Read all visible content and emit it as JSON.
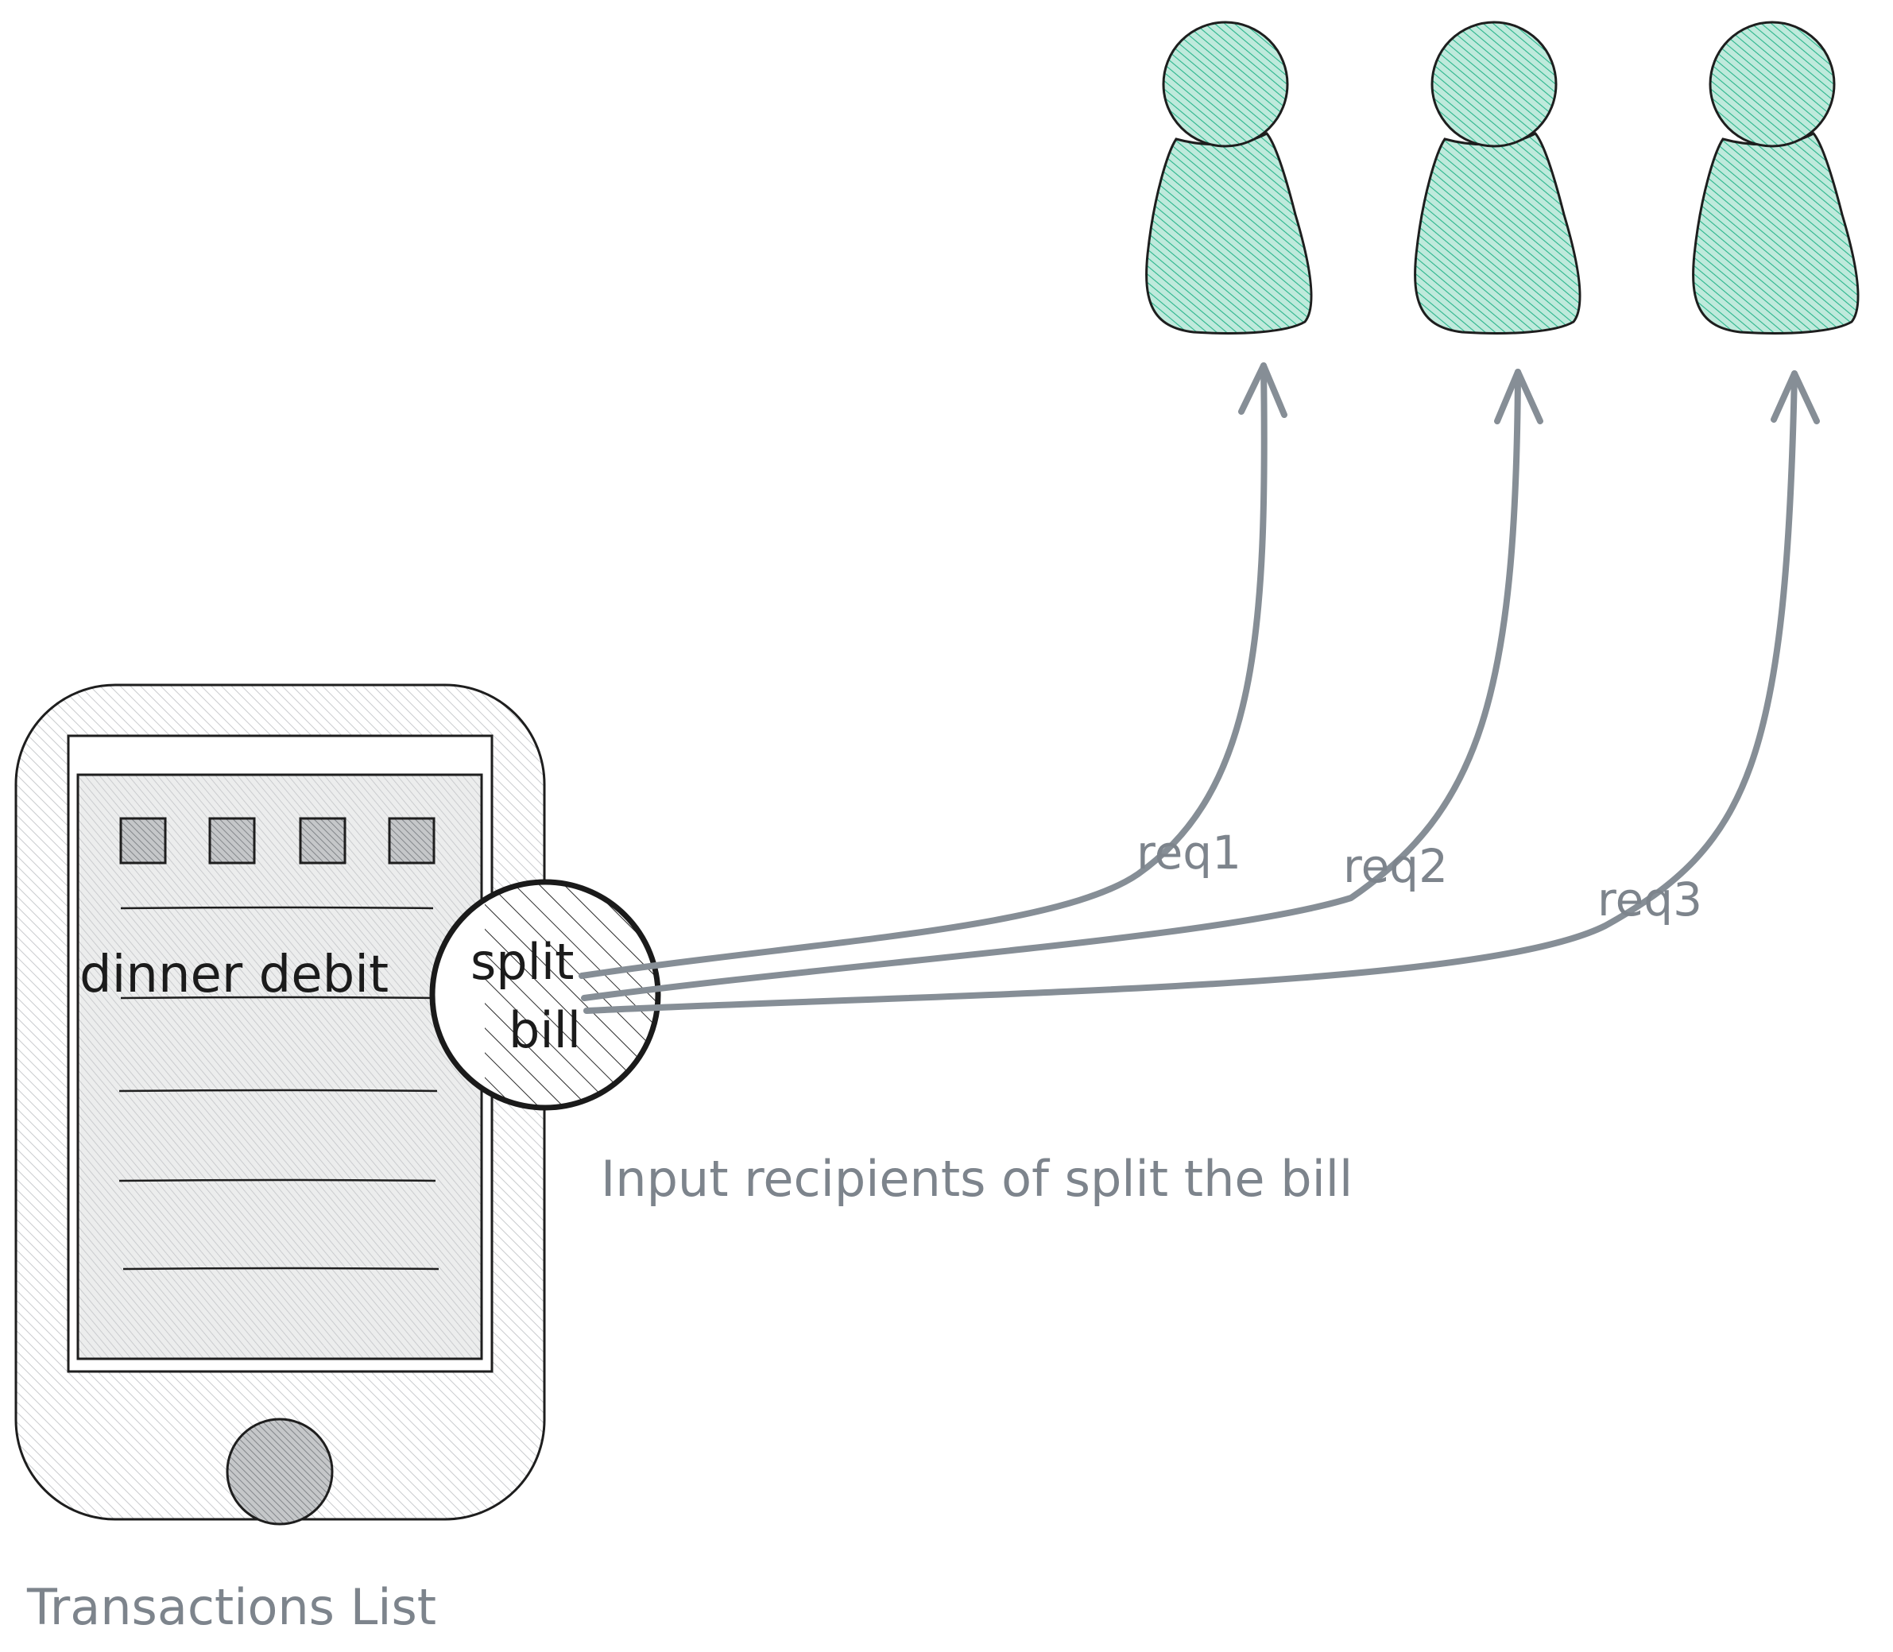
{
  "phone": {
    "row_label": "dinner debit",
    "action_label_line1": "split",
    "action_label_line2": "bill",
    "caption": "Transactions List"
  },
  "requests": [
    {
      "label": "req1"
    },
    {
      "label": "req2"
    },
    {
      "label": "req3"
    }
  ],
  "input_note": "Input recipients of split the bill",
  "colors": {
    "stroke": "#1e1e1e",
    "arrow": "#868e96",
    "person_fill": "#2bb58c",
    "hatch_gray": "#c6c8cb",
    "text_gray": "#7d848c"
  },
  "icons": {
    "person": "person-icon",
    "home_button": "home-button-icon",
    "app_squares": "app-icon"
  }
}
